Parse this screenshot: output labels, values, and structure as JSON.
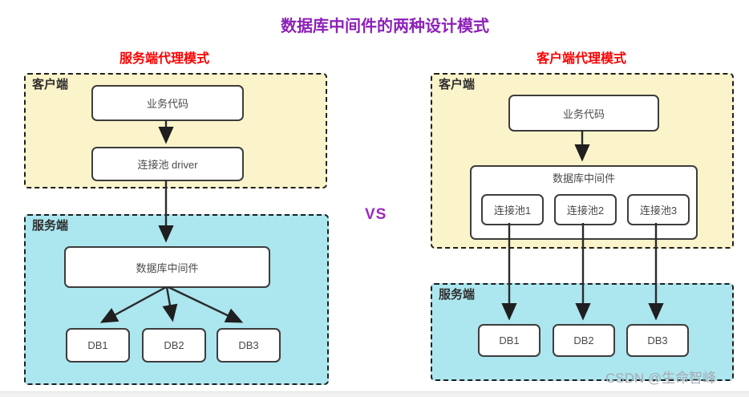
{
  "title": "数据库中间件的两种设计模式",
  "vs_label": "VS",
  "watermark": "CSDN @生命智峰",
  "colors": {
    "title_purple": "#8d21b8",
    "header_red": "#fb0000",
    "vs_purple": "#9c27c0",
    "client_zone_bg": "#fbf4ca",
    "server_zone_bg": "#ace6ef",
    "node_border": "#3d3d3d",
    "dashed_border": "#1f1f1f",
    "watermark_gray": "#a6abb0"
  },
  "left": {
    "header": "服务端代理模式",
    "client": {
      "label": "客户端",
      "business_node": "业务代码",
      "driver_node": "连接池 driver"
    },
    "server": {
      "label": "服务端",
      "middleware_node": "数据库中间件",
      "dbs": [
        "DB1",
        "DB2",
        "DB3"
      ]
    }
  },
  "right": {
    "header": "客户端代理模式",
    "client": {
      "label": "客户端",
      "business_node": "业务代码",
      "middleware": {
        "label": "数据库中间件",
        "pools": [
          "连接池1",
          "连接池2",
          "连接池3"
        ]
      }
    },
    "server": {
      "label": "服务端",
      "dbs": [
        "DB1",
        "DB2",
        "DB3"
      ]
    }
  }
}
